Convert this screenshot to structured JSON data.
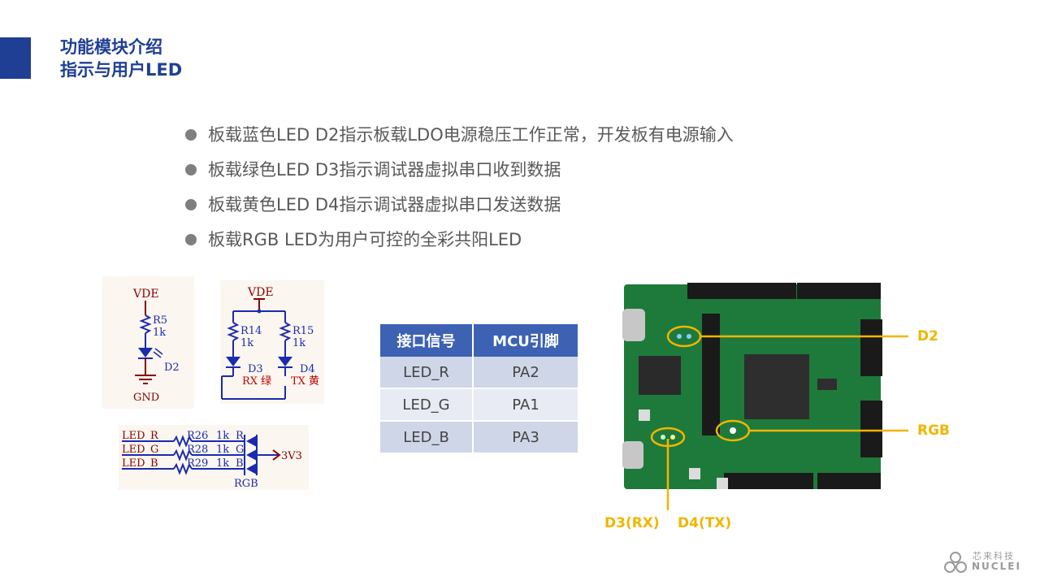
{
  "header": {
    "title_line1": "功能模块介绍",
    "title_line2": "指示与用户LED",
    "accent_color": "#1f3f94"
  },
  "bullets": [
    "板载蓝色LED D2指示板载LDO电源稳压工作正常，开发板有电源输入",
    "板载绿色LED D3指示调试器虚拟串口收到数据",
    "板载黄色LED D4指示调试器虚拟串口发送数据",
    "板载RGB LED为用户可控的全彩共阳LED"
  ],
  "schematic_d2": {
    "supply": "VDE",
    "resistor": "R5",
    "value": "1k",
    "led": "D2",
    "ground": "GND"
  },
  "schematic_d3d4": {
    "supply": "VDE",
    "r1": "R14",
    "r1_value": "1k",
    "r2": "R15",
    "r2_value": "1k",
    "led1": "D3",
    "led1_label": "RX 绿",
    "led2": "D4",
    "led2_label": "TX 黄"
  },
  "schematic_rgb": {
    "nets": [
      "LED_R",
      "LED_G",
      "LED_B"
    ],
    "resistors": [
      "R26",
      "R28",
      "R29"
    ],
    "value": "1k",
    "pins": [
      "R",
      "G",
      "B"
    ],
    "supply": "3V3",
    "part": "RGB"
  },
  "signal_table": {
    "headers": [
      "接口信号",
      "MCU引脚"
    ],
    "rows": [
      [
        "LED_R",
        "PA2"
      ],
      [
        "LED_G",
        "PA1"
      ],
      [
        "LED_B",
        "PA3"
      ]
    ],
    "header_color": "#3d62b4"
  },
  "board": {
    "callouts": {
      "d2": "D2",
      "rgb": "RGB",
      "d3": "D3(RX)",
      "d4": "D4(TX)"
    },
    "highlight_color": "#f1b500"
  },
  "logo": {
    "cn": "芯来科技",
    "en": "NUCLEI"
  }
}
